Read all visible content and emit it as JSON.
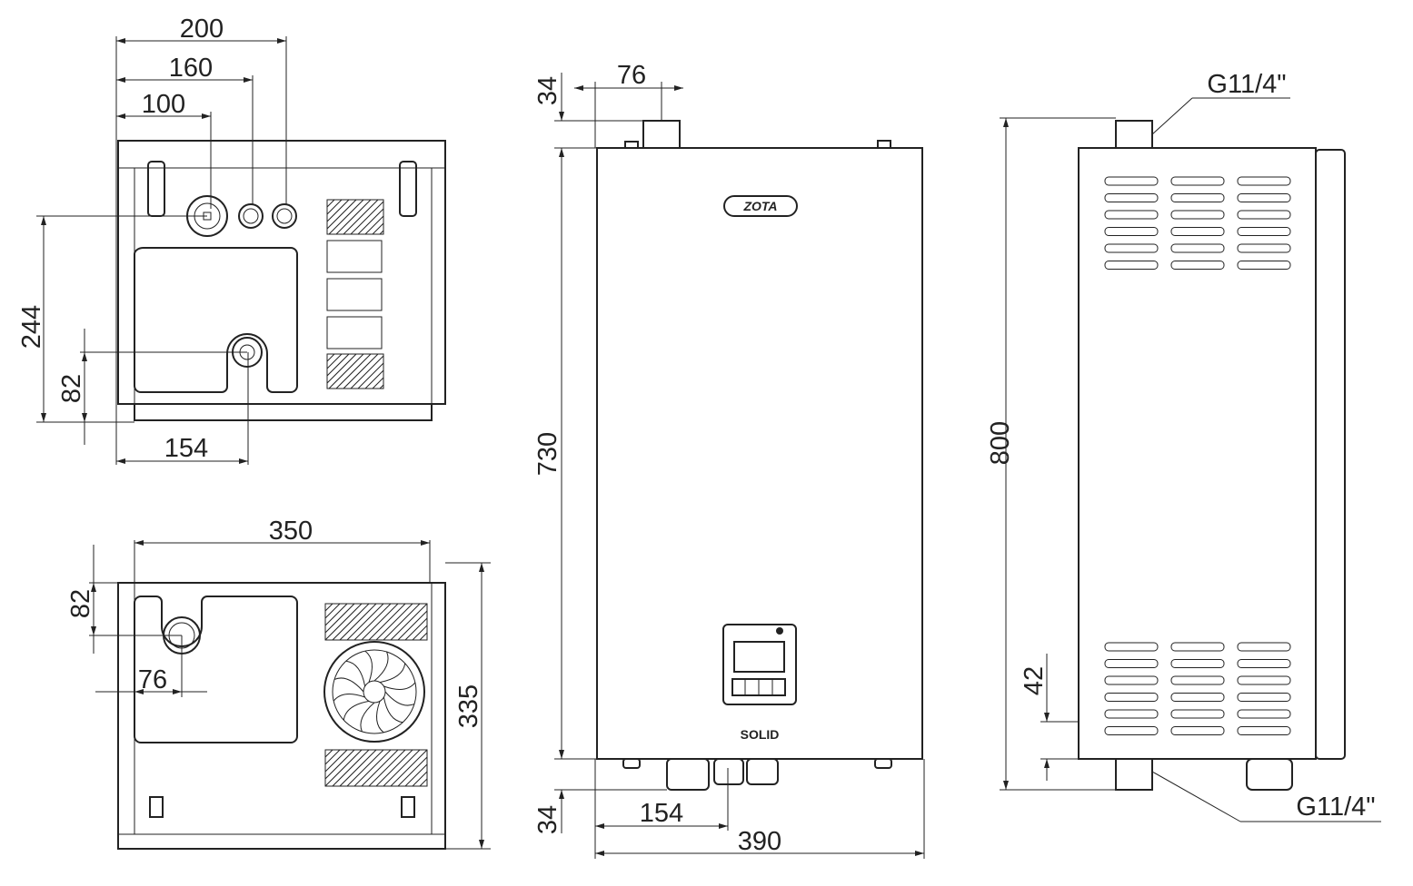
{
  "top_view": {
    "dims": {
      "w200": "200",
      "w160": "160",
      "w100": "100",
      "h244": "244",
      "h82": "82",
      "w154": "154"
    }
  },
  "bottom_view": {
    "dims": {
      "w350": "350",
      "h335": "335",
      "h82": "82",
      "w76": "76"
    }
  },
  "front_view": {
    "brand_logo": "ZOTA",
    "model_label": "SOLID",
    "dims": {
      "w76": "76",
      "h34_top": "34",
      "h730": "730",
      "h34_bottom": "34",
      "w154": "154",
      "w390": "390"
    }
  },
  "side_view": {
    "dims": {
      "h800": "800",
      "h42": "42",
      "thread_top": "G11/4\"",
      "thread_bottom": "G11/4\""
    }
  },
  "colors": {
    "line": "#222222",
    "background": "#ffffff"
  }
}
